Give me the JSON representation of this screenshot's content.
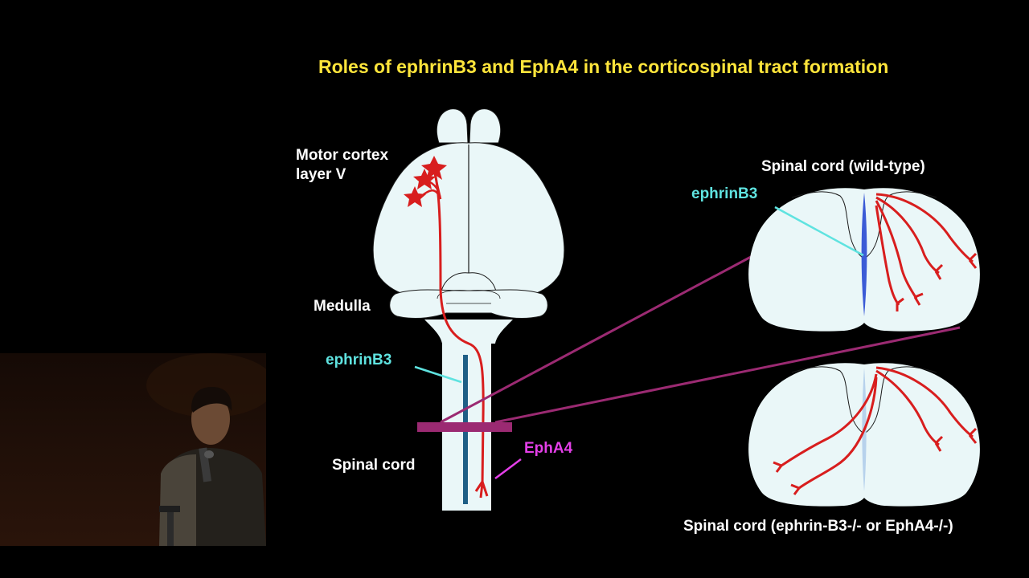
{
  "slide": {
    "title": "Roles of ephrinB3 and EphA4 in the corticospinal tract formation"
  },
  "labels": {
    "motor_cortex_line1": "Motor cortex",
    "motor_cortex_line2": "layer V",
    "medulla": "Medulla",
    "ephrinb3_left": "ephrinB3",
    "spinal_cord": "Spinal cord",
    "epha4": "EphA4",
    "wild_type_title": "Spinal cord (wild-type)",
    "ephrinb3_right": "ephrinB3",
    "mutant_title": "Spinal cord (ephrin-B3-/- or EphA4-/-)"
  },
  "colors": {
    "background": "#000000",
    "title": "#ffe53b",
    "tissue": "#eaf7f8",
    "axon": "#d81e1e",
    "ephrinb3_label": "#5fe3e0",
    "epha4_label": "#e43fe8",
    "section_plane": "#9b2a72",
    "midline": "#1f5f86"
  }
}
